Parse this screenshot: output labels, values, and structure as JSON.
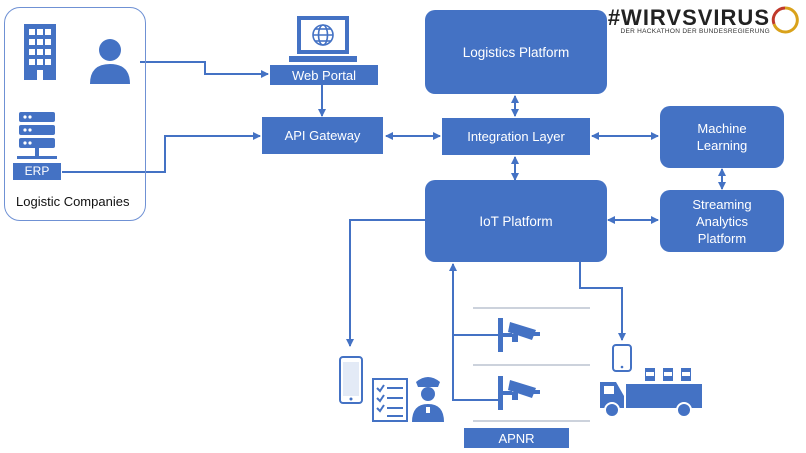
{
  "brand": {
    "name": "#WIRVSVIRUS",
    "tagline": "DER HACKATHON DER BUNDESREGIERUNG"
  },
  "nodes": {
    "web_portal": "Web Portal",
    "api_gateway": "API Gateway",
    "erp": "ERP",
    "logistic_companies": "Logistic Companies",
    "logistics_platform": "Logistics Platform",
    "integration_layer": "Integration Layer",
    "machine_learning": "Machine\nLearning",
    "iot_platform": "IoT Platform",
    "streaming_analytics": "Streaming\nAnalytics\nPlatform",
    "apnr": "APNR"
  },
  "icons": {
    "building": "building-icon",
    "user": "user-icon",
    "server": "server-icon",
    "laptop": "laptop-globe-icon",
    "camera": "surveillance-camera-icon",
    "phone": "smartphone-icon",
    "checklist": "checklist-icon",
    "police": "police-officer-icon",
    "truck": "truck-icon"
  },
  "colors": {
    "primary": "#4472c4",
    "outline": "#6f91d4",
    "brand_accent": "#d9a21b"
  }
}
